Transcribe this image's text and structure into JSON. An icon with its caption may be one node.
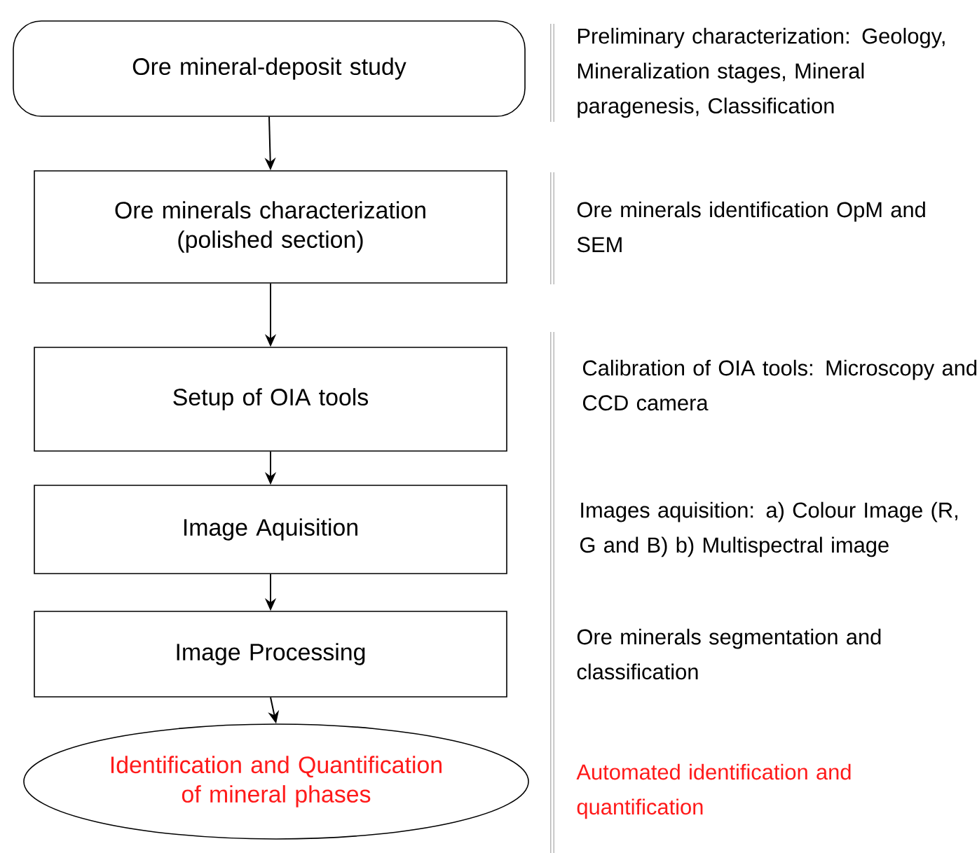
{
  "diagram": {
    "nodes": [
      {
        "text": [
          "Ore mineral-deposit study"
        ],
        "beside": [
          "Preliminary characterization: Geology,  Mineralization stages, Mineral paragenesis, Classification"
        ]
      },
      {
        "text": [
          "Ore minerals characterization (polished section)"
        ],
        "beside": [
          "Ore minerals identification OpM and SEM"
        ]
      },
      {
        "text": [
          "Setup of OIA tools"
        ],
        "beside": [
          "Calibration of OIA tools: Microscopy and CCD camera"
        ]
      },
      {
        "text": [
          "Image Aquisition"
        ],
        "beside": [
          "Images aquisition: a) Colour Image (R, G and B) b) Multispectral image"
        ]
      },
      {
        "text": [
          "Image Processing"
        ],
        "beside": [
          "Ore minerals segmentation and classification"
        ]
      },
      {
        "text": [
          "Identification and Quantification of mineral phases"
        ],
        "beside": [
          "Automated identification and quantification"
        ]
      }
    ],
    "edges": [
      {
        "from": 0,
        "to": 1,
        "arrow": "to"
      },
      {
        "from": 1,
        "to": 2,
        "arrow": "to"
      },
      {
        "from": 2,
        "to": 3,
        "arrow": "to"
      },
      {
        "from": 3,
        "to": 4,
        "arrow": "to"
      },
      {
        "from": 4,
        "to": 5,
        "arrow": "to"
      }
    ]
  }
}
